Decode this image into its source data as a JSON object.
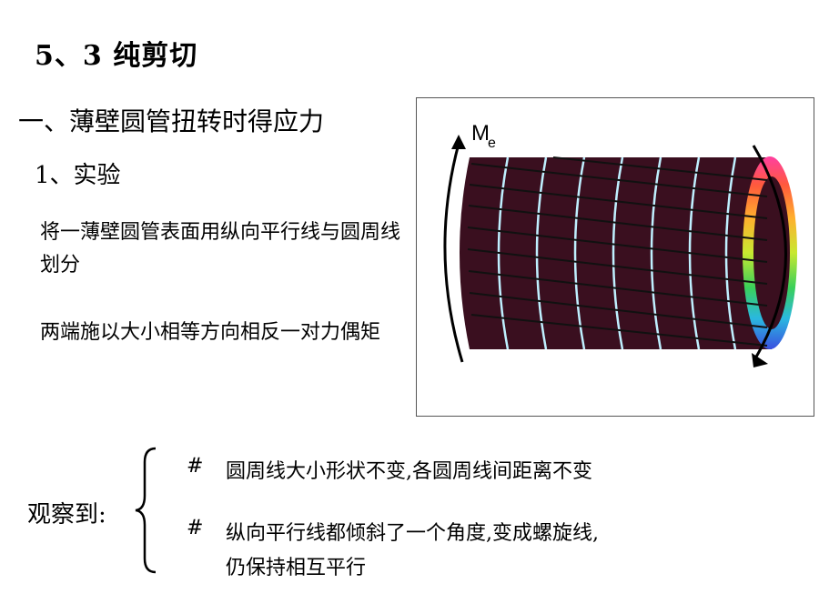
{
  "slide": {
    "title": "5、3 纯剪切",
    "heading": "一、薄壁圆管扭转时得应力",
    "subheading": "1、实验",
    "paragraph1": "将一薄壁圆管表面用纵向平行线与圆周线划分",
    "paragraph2": "两端施以大小相等方向相反一对力偶矩",
    "figure": {
      "moment_label": "M",
      "moment_subscript": "e",
      "tube_color": "#3a0f1f",
      "circle_line_color": "#bff0ff"
    },
    "observation": {
      "label": "观察到:",
      "items": [
        {
          "mark": "#",
          "text_line1": "圆周线大小形状不变,各圆周线间距离不变"
        },
        {
          "mark": "#",
          "text_line1": "纵向平行线都倾斜了一个角度,变成螺旋线,",
          "text_line2": "仍保持相互平行"
        }
      ]
    }
  }
}
